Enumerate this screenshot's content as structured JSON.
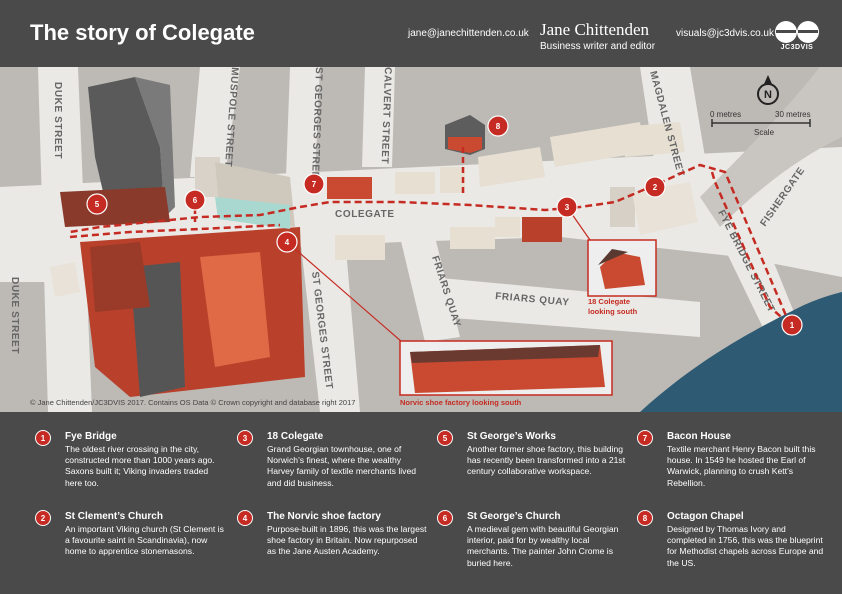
{
  "header": {
    "title": "The story of Colegate",
    "email_left": "jane@janechittenden.co.uk",
    "brand_name": "Jane Chittenden",
    "brand_tagline": "Business writer and editor",
    "email_right": "visuals@jc3dvis.co.uk",
    "logo_text": "JC3DVIS"
  },
  "map": {
    "streets": {
      "duke_top": "DUKE STREET",
      "duke_bottom": "DUKE STREET",
      "muspole": "MUSPOLE STREET",
      "st_georges_top": "ST GEORGES STREET",
      "st_georges_bottom": "ST GEORGES STREET",
      "calvert": "CALVERT STREET",
      "magdalen": "MAGDALEN STREET",
      "colegate": "COLEGATE",
      "friars_quay_v": "FRIARS QUAY",
      "friars_quay_h": "FRIARS QUAY",
      "fye_bridge_street": "FYE BRIDGE STREET",
      "fishergate": "FISHERGATE"
    },
    "north_label": "N",
    "scale": {
      "start": "0 metres",
      "end": "30 metres",
      "label": "Scale"
    },
    "inset_18_line1": "18 Colegate",
    "inset_18_line2": "looking south",
    "inset_norvic": "Norvic shoe factory looking south",
    "copyright": "© Jane Chittenden/JC3DVIS 2017. Contains OS Data © Crown copyright and database right 2017",
    "colors": {
      "marker": "#c52b22",
      "river": "#2e5a73",
      "ground": "#e8e6e2",
      "background": "#4a4a4a"
    }
  },
  "legend": [
    {
      "number": "1",
      "title": "Fye Bridge",
      "body": "The oldest river crossing in the city, constructed more than 1000 years ago. Saxons built it; Viking invaders traded here too."
    },
    {
      "number": "2",
      "title": "St Clement’s Church",
      "body": "An important Viking church (St Clement is a favourite saint in Scandinavia), now home to apprentice stonemasons."
    },
    {
      "number": "3",
      "title": "18 Colegate",
      "body": "Grand Georgian townhouse, one of Norwich’s finest, where the wealthy Harvey family of textile merchants lived and did business."
    },
    {
      "number": "4",
      "title": "The Norvic shoe factory",
      "body": "Purpose-built in 1896, this was the largest shoe factory in Britain. Now repurposed as the Jane Austen Academy."
    },
    {
      "number": "5",
      "title": "St George’s Works",
      "body": "Another former shoe factory, this building has recently been transformed into a 21st century collaborative workspace."
    },
    {
      "number": "6",
      "title": "St George’s Church",
      "body": "A medieval gem with beautiful Georgian interior, paid for by wealthy local merchants. The painter John Crome is buried here."
    },
    {
      "number": "7",
      "title": "Bacon House",
      "body": "Textile merchant Henry Bacon built this house. In 1549 he hosted the Earl of Warwick, planning to crush Kett’s Rebellion."
    },
    {
      "number": "8",
      "title": "Octagon Chapel",
      "body": "Designed by Thomas Ivory and completed in 1756, this was the blueprint for Methodist chapels across Europe and the US."
    }
  ]
}
